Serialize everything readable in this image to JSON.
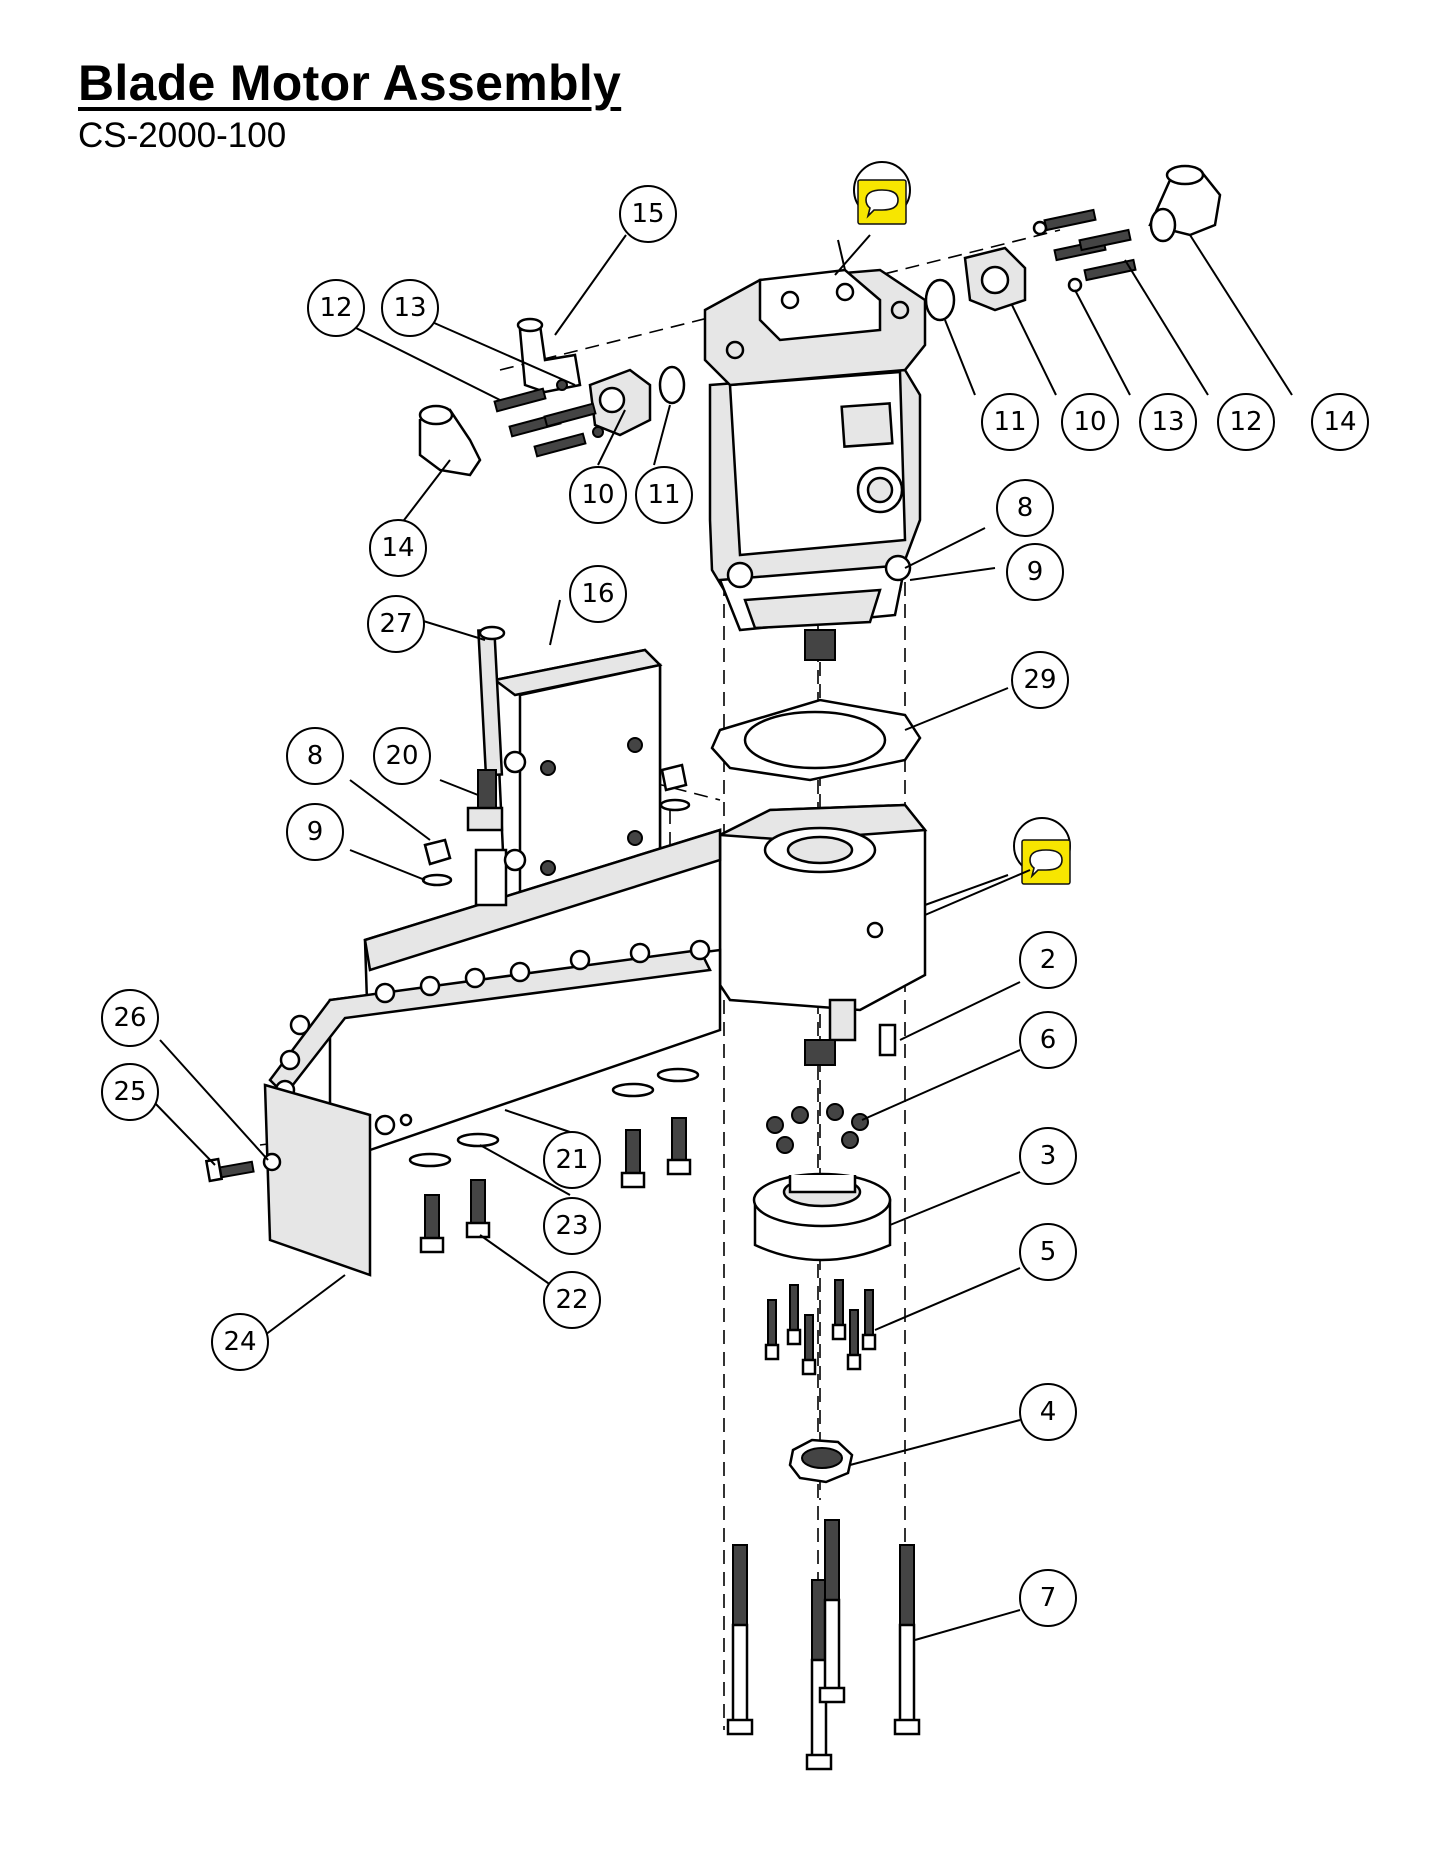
{
  "header": {
    "title": "Blade Motor Assembly",
    "part_number": "CS-2000-100"
  },
  "callouts": [
    {
      "id": "c15",
      "label": "15"
    },
    {
      "id": "c12a",
      "label": "12"
    },
    {
      "id": "c13a",
      "label": "13"
    },
    {
      "id": "c14a",
      "label": "14"
    },
    {
      "id": "c10a",
      "label": "10"
    },
    {
      "id": "c11a",
      "label": "11"
    },
    {
      "id": "c11b",
      "label": "11"
    },
    {
      "id": "c10b",
      "label": "10"
    },
    {
      "id": "c13b",
      "label": "13"
    },
    {
      "id": "c12b",
      "label": "12"
    },
    {
      "id": "c14b",
      "label": "14"
    },
    {
      "id": "c8a",
      "label": "8"
    },
    {
      "id": "c9a",
      "label": "9"
    },
    {
      "id": "c16",
      "label": "16"
    },
    {
      "id": "c27",
      "label": "27"
    },
    {
      "id": "c29",
      "label": "29"
    },
    {
      "id": "c8b",
      "label": "8"
    },
    {
      "id": "c20",
      "label": "20"
    },
    {
      "id": "c9b",
      "label": "9"
    },
    {
      "id": "c2",
      "label": "2"
    },
    {
      "id": "c26",
      "label": "26"
    },
    {
      "id": "c6",
      "label": "6"
    },
    {
      "id": "c25",
      "label": "25"
    },
    {
      "id": "c3",
      "label": "3"
    },
    {
      "id": "c21",
      "label": "21"
    },
    {
      "id": "c23",
      "label": "23"
    },
    {
      "id": "c5",
      "label": "5"
    },
    {
      "id": "c22",
      "label": "22"
    },
    {
      "id": "c24",
      "label": "24"
    },
    {
      "id": "c4",
      "label": "4"
    },
    {
      "id": "c7",
      "label": "7"
    }
  ],
  "icons": {
    "comment": "comment-note-icon"
  },
  "colors": {
    "note_bg": "#f7e600",
    "line": "#000000"
  }
}
